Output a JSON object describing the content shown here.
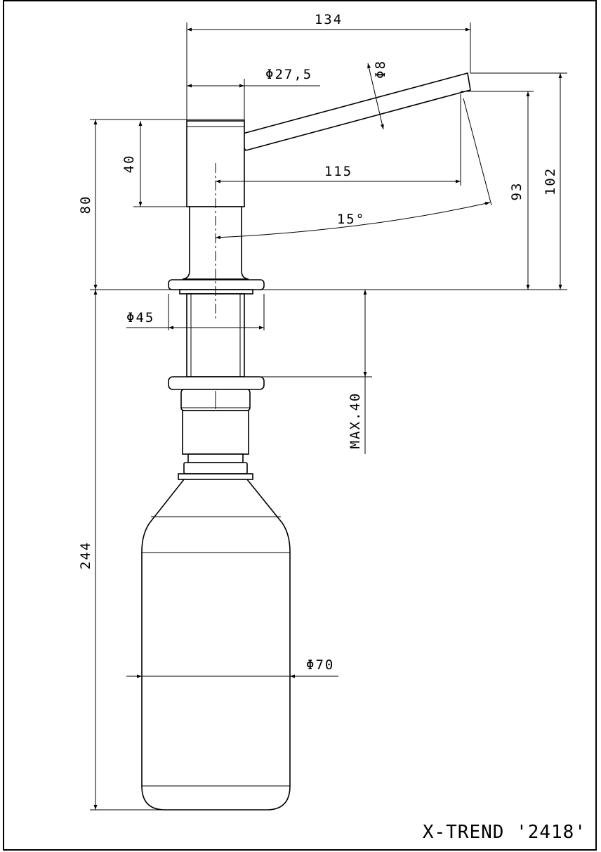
{
  "title_block": {
    "model": "X-TREND '2418'"
  },
  "dimensions": {
    "total_width": "134",
    "body_diameter": "Φ27,5",
    "spout_diameter": "Φ8",
    "spout_reach": "115",
    "spout_angle": "15°",
    "body_height": "40",
    "height_above_deck": "80",
    "spout_tip_height": "93",
    "overall_height": "102",
    "flange_diameter": "Φ45",
    "max_deck_thickness": "MAX.40",
    "below_deck_length": "244",
    "bottle_diameter": "Φ70"
  },
  "colors": {
    "line": "#000000",
    "background": "#ffffff"
  }
}
